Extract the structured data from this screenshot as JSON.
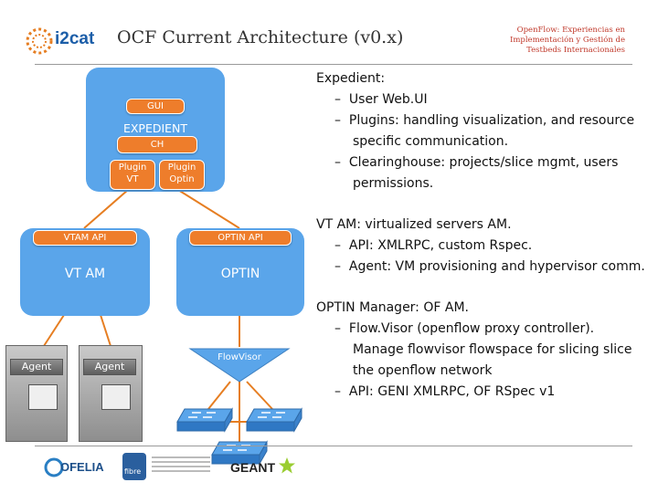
{
  "header": {
    "logo": "i2cat",
    "title": "OCF Current Architecture (v0.x)",
    "subtitle_lines": [
      "OpenFlow: Experiencias en",
      "Implementación y Gestión de",
      "Testbeds Internacionales"
    ]
  },
  "diagram": {
    "expedient": {
      "gui": "GUI",
      "name": "EXPEDIENT",
      "ch": "CH",
      "plugin_vt": [
        "Plugin",
        "VT"
      ],
      "plugin_optin": [
        "Plugin",
        "Optin"
      ]
    },
    "vtam": {
      "api": "VTAM API",
      "name": "VT AM"
    },
    "optin": {
      "api": "OPTIN API",
      "name": "OPTIN"
    },
    "flowvisor": "FlowVisor",
    "agents": [
      "Agent",
      "Agent"
    ]
  },
  "description": {
    "sections": [
      {
        "heading": "Expedient:",
        "items": [
          "User Web.UI",
          "Plugins: handling visualization, and resource specific communication.",
          "Clearinghouse: projects/slice mgmt, users permissions."
        ]
      },
      {
        "heading": "VT AM: virtualized servers AM.",
        "items": [
          "API: XMLRPC, custom Rspec.",
          "Agent: VM provisioning and hypervisor comm."
        ]
      },
      {
        "heading": "OPTIN Manager: OF AM.",
        "items": [
          "Flow.Visor (openflow proxy controller). Manage flowvisor flowspace for slicing slice the openflow network",
          "API: GENI XMLRPC, OF RSpec v1"
        ]
      }
    ],
    "bullet": "–"
  },
  "footer": {
    "logos": [
      "OFELIA",
      "fibre",
      "GEANT"
    ]
  },
  "colors": {
    "box_blue": "#5aa5ea",
    "orange": "#ee7d2b",
    "title_red": "#c0392b"
  }
}
